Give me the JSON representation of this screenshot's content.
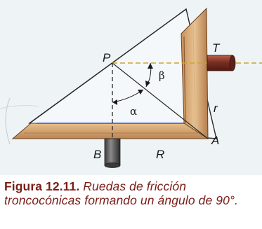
{
  "figure": {
    "labels": {
      "P": "P",
      "T": "T",
      "beta": "β",
      "alpha": "α",
      "r": "r",
      "A": "A",
      "B": "B",
      "R": "R"
    },
    "caption": {
      "number": "Figura 12.11.",
      "text": "Ruedas de fricción troncocónicas formando un ángulo de 90°."
    },
    "colors": {
      "background": "#eef4f6",
      "wood_light": "#e2b888",
      "wood_dark": "#b88251",
      "axis_dash": "#c9a72a",
      "blue_line": "#3a4fd0",
      "shaft": "#8a3d2f",
      "caption_text": "#7a1d18"
    }
  }
}
